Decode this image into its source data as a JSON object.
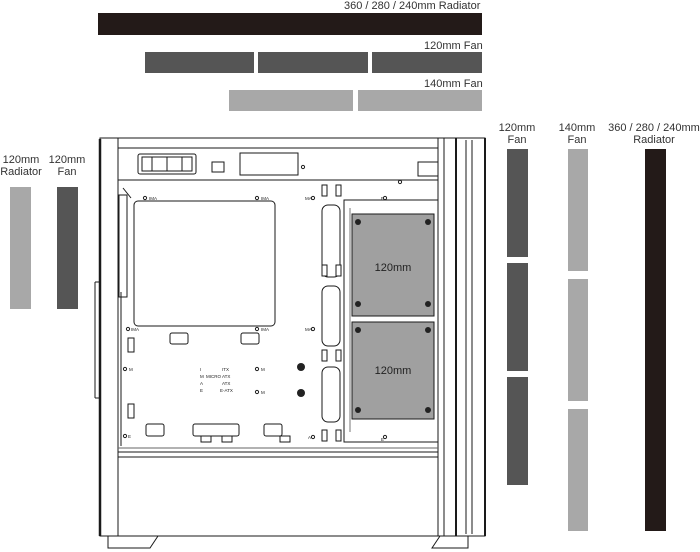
{
  "colors": {
    "radiator": "#231a18",
    "fan120": "#555555",
    "fan140": "#a8a8a8",
    "radiator_side": "#a8a8a8",
    "fan_box": "#a0a0a0",
    "text": "#333333"
  },
  "top": {
    "radiator_label": "360 / 280 / 240mm Radiator",
    "fan120_label": "120mm Fan",
    "fan140_label": "140mm Fan"
  },
  "left": {
    "radiator_label": [
      "120mm",
      "Radiator"
    ],
    "fan_label": [
      "120mm",
      "Fan"
    ]
  },
  "right": {
    "fan120_label": [
      "120mm",
      "Fan"
    ],
    "fan140_label": [
      "140mm",
      "Fan"
    ],
    "radiator_label": [
      "360 / 280 / 240mm",
      "Radiator"
    ]
  },
  "front_fans": [
    "120mm",
    "120mm"
  ],
  "board_markings": {
    "left_col": [
      "I",
      "M",
      "A",
      "E"
    ],
    "right_col": [
      "ITX",
      "MICRO  ATX",
      "ATX",
      "E-ATX"
    ]
  },
  "standoff_labels": [
    "IMA",
    "IMA",
    "MA",
    "IMA",
    "IMA",
    "M",
    "M",
    "M",
    "E",
    "E",
    "MA",
    "A",
    "E"
  ]
}
